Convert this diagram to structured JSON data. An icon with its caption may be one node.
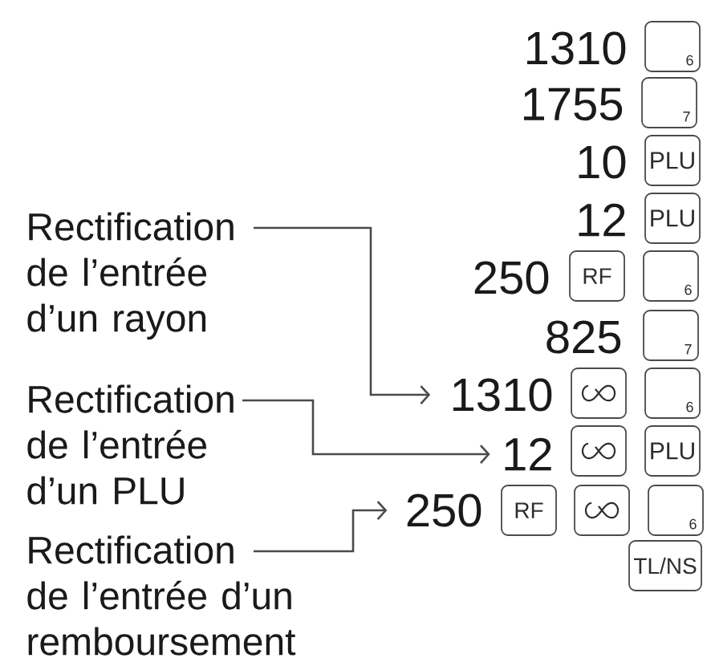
{
  "diagram": {
    "nodes": [
      {
        "text": [
          "6"
        ]
      },
      {
        "text": [
          "7"
        ]
      },
      {
        "text": [
          "PLU"
        ]
      },
      {
        "text": [
          "PLU"
        ]
      },
      {
        "text": [
          "Rectification de l’entrée d’un rayon"
        ]
      },
      {
        "text": [
          "RF"
        ]
      },
      {
        "text": [
          "6"
        ]
      },
      {
        "text": [
          "7"
        ]
      },
      {
        "text": [
          "1310"
        ]
      },
      {
        "text": [],
        "shape": "box"
      },
      {
        "text": [
          "6"
        ]
      },
      {
        "text": [
          "Rectification de l’entrée d’un PLU"
        ]
      },
      {
        "text": [
          "12"
        ]
      },
      {
        "text": [],
        "shape": "box"
      },
      {
        "text": [
          "PLU"
        ]
      },
      {
        "text": [
          "250"
        ]
      },
      {
        "text": [
          "RF"
        ]
      },
      {
        "text": [],
        "shape": "box"
      },
      {
        "text": [
          "6"
        ]
      },
      {
        "text": [
          "Rectification de l’entrée d’un remboursement"
        ]
      },
      {
        "text": [
          "TL/NS"
        ]
      }
    ],
    "edges": [
      {
        "from": 4,
        "to": 8,
        "arrow": "to"
      },
      {
        "from": 11,
        "to": 12,
        "arrow": "to"
      },
      {
        "from": 19,
        "to": 15,
        "arrow": "to"
      }
    ],
    "labels": [
      "1310",
      "1755",
      "10",
      "12",
      "250",
      "825"
    ]
  }
}
